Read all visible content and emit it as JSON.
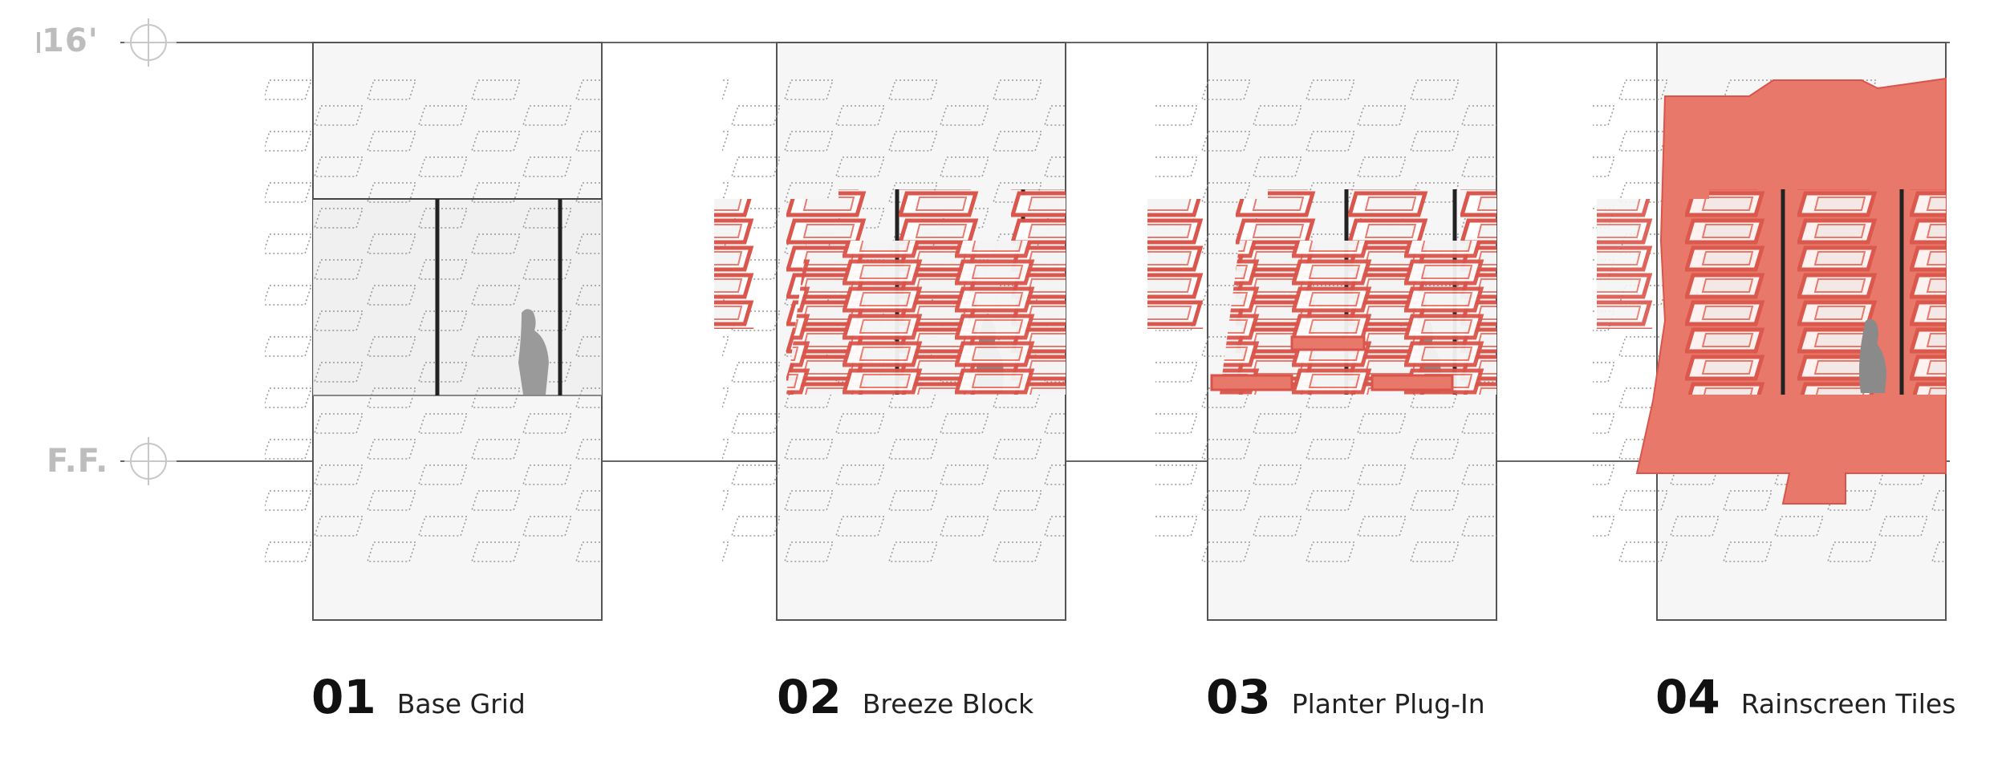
{
  "levels": {
    "top": "16'",
    "floor": "F.F."
  },
  "colors": {
    "accent": "#e8786a",
    "accent_stroke": "#d9544a",
    "panel": "#f5f5f5",
    "line": "#555555"
  },
  "panels": [
    {
      "number": "01",
      "name": "Base Grid"
    },
    {
      "number": "02",
      "name": "Breeze Block"
    },
    {
      "number": "03",
      "name": "Planter Plug-In"
    },
    {
      "number": "04",
      "name": "Rainscreen Tiles"
    }
  ]
}
